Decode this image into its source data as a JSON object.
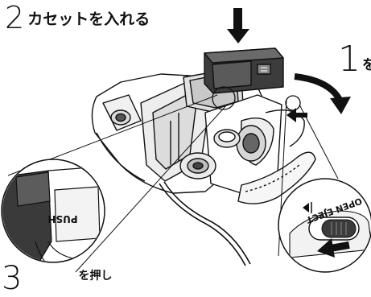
{
  "steps": {
    "step2": {
      "number": "2",
      "text": "カセットを入れる"
    },
    "step1": {
      "number": "1",
      "text": "を"
    },
    "step3": {
      "number": "3",
      "text": "を押し"
    }
  },
  "callouts": {
    "push_label": "PUSH",
    "switch_label": "OPEN EJECT"
  },
  "colors": {
    "line": "#111111",
    "body_fill": "#ffffff",
    "shade_light": "#e6e6e6",
    "shade_mid": "#bdbdbd",
    "shade_dark": "#4a4a4a",
    "arrow": "#111111"
  }
}
